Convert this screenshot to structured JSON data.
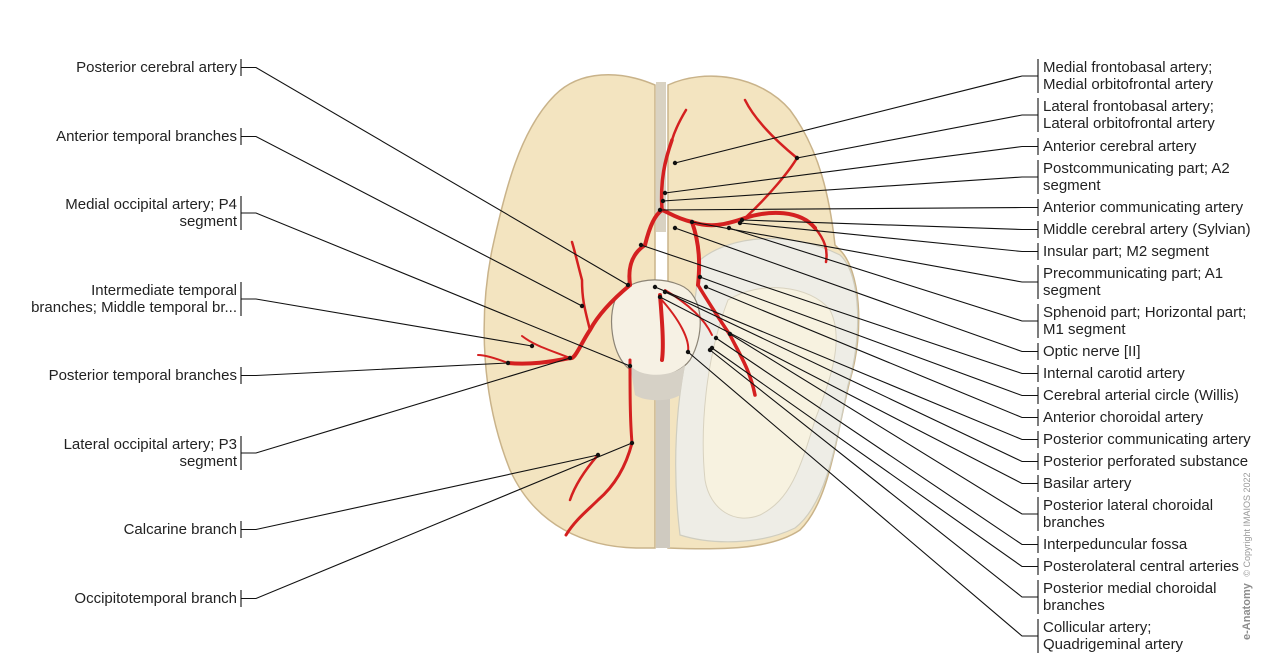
{
  "left_labels": [
    {
      "id": "posterior-cerebral-artery",
      "lines": [
        "Posterior cerebral artery"
      ]
    },
    {
      "id": "anterior-temporal-branches",
      "lines": [
        "Anterior temporal branches"
      ]
    },
    {
      "id": "medial-occipital-artery",
      "lines": [
        "Medial occipital artery; P4",
        "segment"
      ]
    },
    {
      "id": "intermediate-temporal-branches",
      "lines": [
        "Intermediate temporal",
        "branches; Middle temporal br..."
      ]
    },
    {
      "id": "posterior-temporal-branches",
      "lines": [
        "Posterior temporal branches"
      ]
    },
    {
      "id": "lateral-occipital-artery",
      "lines": [
        "Lateral occipital artery; P3",
        "segment"
      ]
    },
    {
      "id": "calcarine-branch",
      "lines": [
        "Calcarine branch"
      ]
    },
    {
      "id": "occipitotemporal-branch",
      "lines": [
        "Occipitotemporal branch"
      ]
    }
  ],
  "right_labels": [
    {
      "id": "medial-frontobasal-artery",
      "lines": [
        "Medial frontobasal artery;",
        "Medial orbitofrontal artery"
      ]
    },
    {
      "id": "lateral-frontobasal-artery",
      "lines": [
        "Lateral frontobasal artery;",
        "Lateral orbitofrontal artery"
      ]
    },
    {
      "id": "anterior-cerebral-artery",
      "lines": [
        "Anterior cerebral artery"
      ]
    },
    {
      "id": "postcommunicating-part",
      "lines": [
        "Postcommunicating part; A2",
        "segment"
      ]
    },
    {
      "id": "anterior-communicating-artery",
      "lines": [
        "Anterior communicating artery"
      ]
    },
    {
      "id": "middle-cerebral-artery",
      "lines": [
        "Middle cerebral artery (Sylvian)"
      ]
    },
    {
      "id": "insular-part",
      "lines": [
        "Insular part; M2 segment"
      ]
    },
    {
      "id": "precommunicating-part",
      "lines": [
        "Precommunicating part; A1",
        "segment"
      ]
    },
    {
      "id": "sphenoid-part",
      "lines": [
        "Sphenoid part; Horizontal part;",
        "M1 segment"
      ]
    },
    {
      "id": "optic-nerve",
      "lines": [
        "Optic nerve [II]"
      ]
    },
    {
      "id": "internal-carotid-artery",
      "lines": [
        "Internal carotid artery"
      ]
    },
    {
      "id": "cerebral-arterial-circle",
      "lines": [
        "Cerebral arterial circle (Willis)"
      ]
    },
    {
      "id": "anterior-choroidal-artery",
      "lines": [
        "Anterior choroidal artery"
      ]
    },
    {
      "id": "posterior-communicating-artery",
      "lines": [
        "Posterior communicating artery"
      ]
    },
    {
      "id": "posterior-perforated-substance",
      "lines": [
        "Posterior perforated substance"
      ]
    },
    {
      "id": "basilar-artery",
      "lines": [
        "Basilar artery"
      ]
    },
    {
      "id": "posterior-lateral-choroidal-branches",
      "lines": [
        "Posterior lateral choroidal",
        "branches"
      ]
    },
    {
      "id": "interpeduncular-fossa",
      "lines": [
        "Interpeduncular fossa"
      ]
    },
    {
      "id": "posterolateral-central-arteries",
      "lines": [
        "Posterolateral central arteries"
      ]
    },
    {
      "id": "posterior-medial-choroidal-branches",
      "lines": [
        "Posterior medial choroidal",
        "branches"
      ]
    },
    {
      "id": "collicular-artery",
      "lines": [
        "Collicular artery;",
        "Quadrigeminal artery"
      ]
    }
  ],
  "watermark": {
    "brand": "e-Anatomy",
    "copyright": "© Copyright IMAIOS 2022"
  },
  "colors": {
    "artery": "#d42020",
    "brain": "#f3e4c0",
    "brain_outline": "#c9b38a",
    "section": "#efefe8",
    "leader": "#111111"
  }
}
